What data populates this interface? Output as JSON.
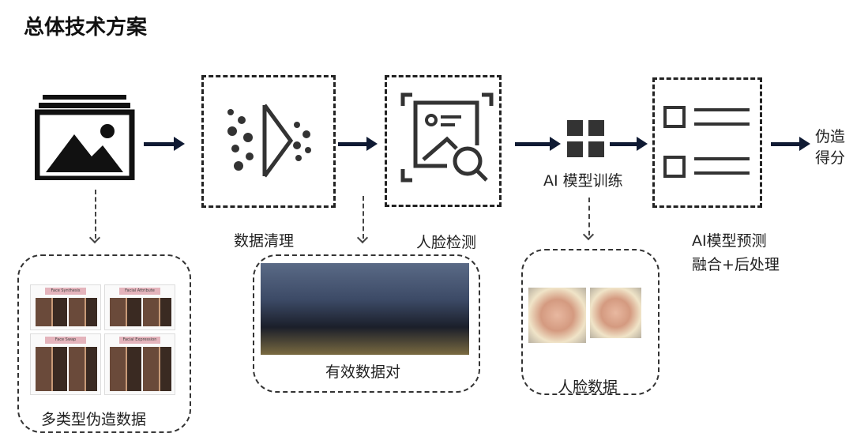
{
  "title": "总体技术方案",
  "steps": {
    "cleaning": "数据清理",
    "face_detection": "人脸检测",
    "training": "AI 模型训练",
    "prediction_line1": "AI模型预测",
    "prediction_line2": "融合+后处理",
    "output_line1": "伪造",
    "output_line2": "得分"
  },
  "data_boxes": {
    "multi_type": "多类型伪造数据",
    "valid_pairs": "有效数据对",
    "face_data": "人脸数据"
  },
  "dataset_panels": [
    "Face Synthesis",
    "Facial Attribute",
    "Face Swap",
    "Facial Expression"
  ],
  "colors": {
    "arrow": "#0f1a33",
    "icon": "#222222"
  }
}
